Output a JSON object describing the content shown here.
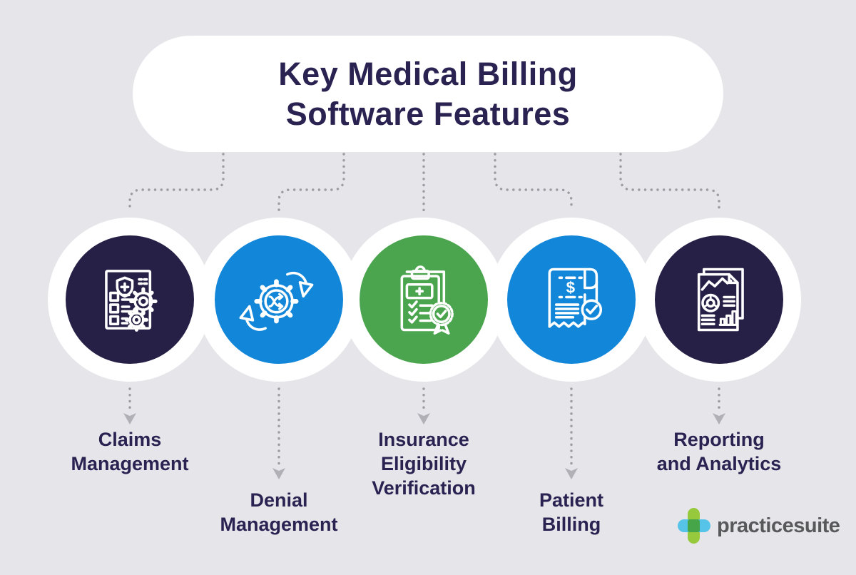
{
  "title": {
    "line1": "Key Medical Billing",
    "line2": "Software Features"
  },
  "features": [
    {
      "name": "claims-management",
      "lines": [
        "Claims",
        "Management"
      ],
      "circle_color": "#262046",
      "icon": "claims-document-gears-icon",
      "arrow_length": "short"
    },
    {
      "name": "denial-management",
      "lines": [
        "Denial",
        "Management"
      ],
      "circle_color": "#1286D8",
      "icon": "denial-gear-shuffle-arrows-icon",
      "arrow_length": "long"
    },
    {
      "name": "insurance-eligibility-verification",
      "lines": [
        "Insurance",
        "Eligibility",
        "Verification"
      ],
      "circle_color": "#4BA54F",
      "icon": "insurance-clipboard-badge-icon",
      "arrow_length": "short"
    },
    {
      "name": "patient-billing",
      "lines": [
        "Patient",
        "Billing"
      ],
      "circle_color": "#1286D8",
      "icon": "patient-billing-receipt-icon",
      "arrow_length": "long"
    },
    {
      "name": "reporting-and-analytics",
      "lines": [
        "Reporting",
        "and Analytics"
      ],
      "circle_color": "#262046",
      "icon": "reporting-analytics-report-icon",
      "arrow_length": "short"
    }
  ],
  "logo": {
    "text": "practicesuite",
    "icon": "medical-cross-icon"
  },
  "colors": {
    "bg": "#E6E5EA",
    "white": "#FFFFFF",
    "navy": "#262046",
    "blue": "#1286D8",
    "green": "#4BA54F",
    "text_navy": "#2A2352",
    "connector": "#9B9BA1",
    "arrow": "#B1B0B6",
    "logo_text": "#58595B",
    "logo_green_light": "#97C93D",
    "logo_green_dark": "#46A548",
    "logo_blue": "#56C3E8"
  }
}
